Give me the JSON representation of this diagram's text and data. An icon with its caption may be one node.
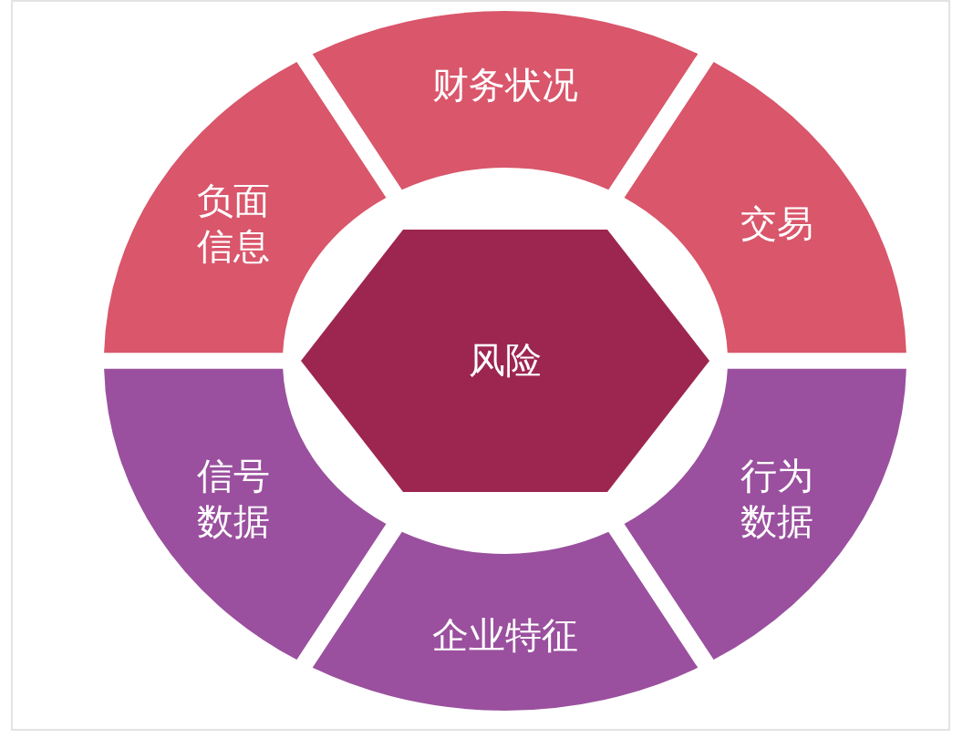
{
  "diagram": {
    "nodes": [
      {
        "text": [
          "风险"
        ]
      },
      {
        "text": [
          "财务状况"
        ]
      },
      {
        "text": [
          "负面信息"
        ]
      },
      {
        "text": [
          "交易"
        ]
      },
      {
        "text": [
          "信号数据"
        ]
      },
      {
        "text": [
          "行为数据"
        ]
      },
      {
        "text": [
          "企业特征"
        ]
      }
    ]
  }
}
